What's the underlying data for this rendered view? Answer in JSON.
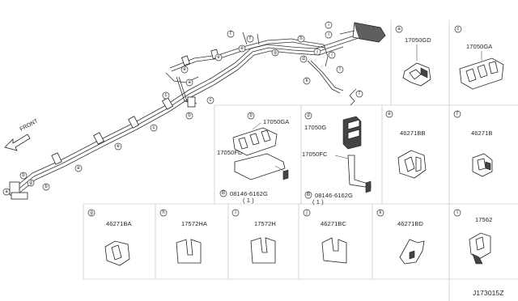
{
  "front_label": "FRONT",
  "diagram_id": "J173015Z",
  "callouts": {
    "a": "a",
    "b": "b",
    "c": "c",
    "d": "d",
    "e": "e",
    "f": "f",
    "g": "g",
    "h": "h",
    "i": "i",
    "j": "j",
    "k": "k",
    "l": "l"
  },
  "cells": {
    "a": {
      "letter": "a",
      "part": "17050GD"
    },
    "c": {
      "letter": "c",
      "part": "17050GA"
    },
    "b": {
      "letter": "b",
      "parts": [
        "17050GA",
        "17050FD"
      ],
      "bolt": "08146-6162G",
      "bolt_qty": "( 1 )"
    },
    "d": {
      "letter": "d",
      "parts": [
        "17050G",
        "17050FC"
      ],
      "bolt": "08146-6162G",
      "bolt_qty": "( 1 )"
    },
    "e": {
      "letter": "e",
      "part": "46271BB"
    },
    "f": {
      "letter": "f",
      "part": "46271B"
    },
    "g": {
      "letter": "g",
      "part": "46271BA"
    },
    "h": {
      "letter": "h",
      "part": "17572HA"
    },
    "i": {
      "letter": "i",
      "part": "17572H"
    },
    "j": {
      "letter": "j",
      "part": "46271BC"
    },
    "k": {
      "letter": "k",
      "part": "46271BD"
    },
    "l": {
      "letter": "l",
      "part": "17562"
    }
  }
}
